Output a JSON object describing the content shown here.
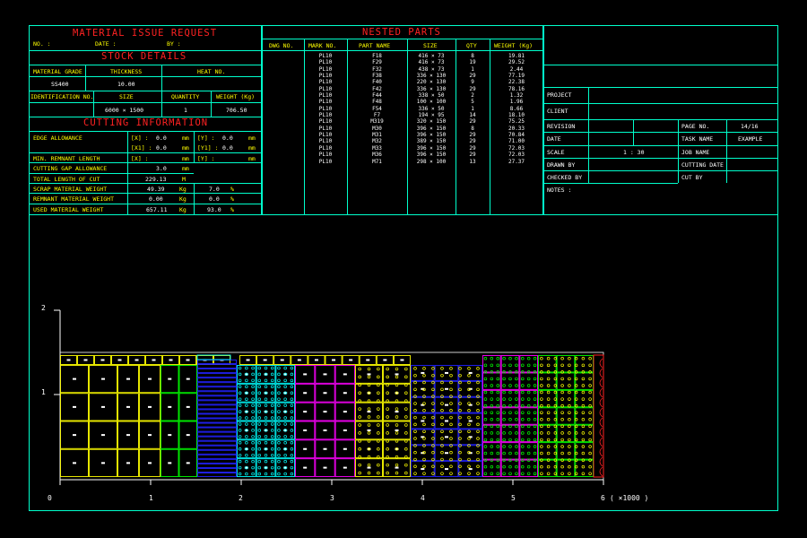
{
  "header": {
    "title": "MATERIAL ISSUE REQUEST",
    "no_label": "NO. :",
    "date_label": "DATE :",
    "by_label": "BY :"
  },
  "stock": {
    "title": "STOCK DETAILS",
    "grade_label": "MATERIAL GRADE",
    "thickness_label": "THICKNESS",
    "heat_label": "HEAT NO.",
    "grade": "SS400",
    "thickness": "10.00",
    "heat": "",
    "id_label": "IDENTIFICATION NO.",
    "size_label": "SIZE",
    "quantity_label": "QUANTITY",
    "weight_label": "WEIGHT (Kg)",
    "id": "",
    "size": "6000 × 1500",
    "quantity": "1",
    "weight": "706.50"
  },
  "cutting": {
    "title": "CUTTING INFORMATION",
    "edge_label": "EDGE ALLOWANCE",
    "x_label": "[X] :",
    "x_val": "0.0",
    "x_unit": "mm",
    "y_label": "[Y] :",
    "y_val": "0.0",
    "y_unit": "mm",
    "x1_label": "[X1] :",
    "x1_val": "0.0",
    "x1_unit": "mm",
    "y1_label": "[Y1] :",
    "y1_val": "0.0",
    "y1_unit": "mm",
    "min_remnant_label": "MIN. REMNANT LENGTH",
    "rx_label": "[X] :",
    "rx_unit": "mm",
    "ry_label": "[Y] :",
    "ry_unit": "mm",
    "gap_label": "CUTTING GAP ALLOWANCE",
    "gap_val": "3.0",
    "gap_unit": "mm",
    "length_label": "TOTAL LENGTH OF CUT",
    "length_val": "229.13",
    "length_unit": "M",
    "scrap_label": "SCRAP MATERIAL WEIGHT",
    "scrap_val": "49.39",
    "scrap_unit": "Kg",
    "scrap_pct": "7.0",
    "scrap_pct_unit": "%",
    "remnant_label": "REMNANT MATERIAL WEIGHT",
    "remnant_val": "0.00",
    "remnant_unit": "Kg",
    "remnant_pct": "0.0",
    "remnant_pct_unit": "%",
    "used_label": "USED MATERIAL WEIGHT",
    "used_val": "657.11",
    "used_unit": "Kg",
    "used_pct": "93.0",
    "used_pct_unit": "%"
  },
  "nested": {
    "title": "NESTED PARTS",
    "headers": {
      "dwg": "DWG NO.",
      "mark": "MARK NO.",
      "part": "PART NAME",
      "size": "SIZE",
      "qty": "QTY",
      "weight": "WEIGHT (Kg)"
    },
    "mark_col": "PL10\nPL10\nPL10\nPL10\nPL10\nPL10\nPL10\nPL10\nPL10\nPL10\nPL10\nPL10\nPL10\nPL10\nPL10\nPL10\nPL10",
    "part_col": "F18\nF29\nF32\nF38\nF40\nF42\nF44\nF48\nF54\nF7\nM319\nM30\nM31\nM32\nM33\nM36\nM71",
    "size_col": "416 × 73\n416 × 73\n438 × 73\n336 × 130\n220 × 130\n336 × 130\n338 × 50\n100 × 100\n336 × 50\n194 × 95\n320 × 150\n396 × 150\n396 × 150\n389 × 150\n396 × 150\n396 × 150\n298 × 100",
    "qty_col": "8\n19\n1\n29\n9\n29\n2\n5\n1\n14\n29\n8\n29\n29\n29\n29\n13",
    "weight_col": "19.81\n29.52\n2.44\n77.19\n22.38\n78.16\n1.32\n1.96\n8.66\n18.10\n75.25\n20.33\n70.84\n71.00\n72.03\n72.03\n27.37"
  },
  "titleblock": {
    "project_label": "PROJECT",
    "client_label": "CLIENT",
    "revision_label": "REVISION",
    "date_label": "DATE",
    "scale_label": "SCALE",
    "scale_val": "1 : 30",
    "drawn_label": "DRAWN BY",
    "checked_label": "CHECKED BY",
    "notes_label": "NOTES :",
    "page_label": "PAGE NO.",
    "page_val": "14/16",
    "task_label": "TASK NAME",
    "task_val": "EXAMPLE",
    "job_label": "JOB NAME",
    "cutdate_label": "CUTTING DATE",
    "cutby_label": "CUT BY"
  },
  "plot": {
    "y_ticks": [
      "2",
      "1"
    ],
    "x_ticks": [
      "0",
      "1",
      "2",
      "3",
      "4",
      "5",
      "6"
    ],
    "x_unit": "( ×1000 )"
  },
  "colors": {
    "frame": "#00ffcc",
    "title": "#ff2222",
    "label": "#ffff00",
    "value": "#ffffff"
  }
}
